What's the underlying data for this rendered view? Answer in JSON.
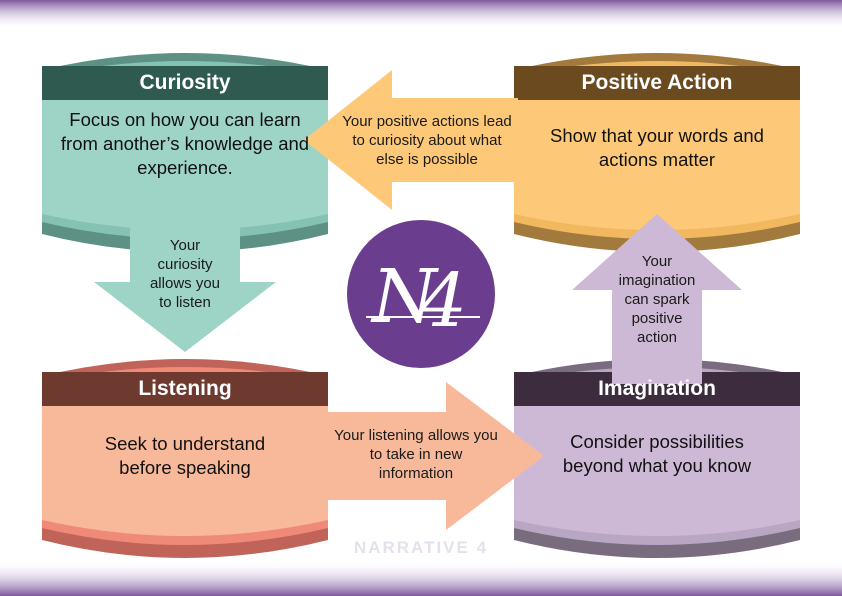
{
  "boxes": {
    "curiosity": {
      "title": "Curiosity",
      "text": "Focus on how you can learn from another’s knowledge and experience."
    },
    "positive_action": {
      "title": "Positive Action",
      "text": "Show that your words and actions matter"
    },
    "listening": {
      "title": "Listening",
      "text": "Seek to understand before speaking"
    },
    "imagination": {
      "title": "Imagination",
      "text": "Consider possibilities beyond what you know"
    }
  },
  "arrows": {
    "action_to_curiosity": "Your positive actions lead to curiosity about what else is possible",
    "curiosity_to_listening": "Your curiosity allows you to listen",
    "listening_to_imagination": "Your listening allows you to take in new information",
    "imagination_to_action": "Your imagination can spark positive action"
  },
  "logo": {
    "text": "N4"
  },
  "footer": {
    "brand": "NARRATIVE 4"
  },
  "colors": {
    "curiosity_body": "#9ed4c6",
    "curiosity_header": "#2e5a50",
    "action_body": "#fdc978",
    "action_header": "#6b4a1f",
    "listening_body": "#f7b99a",
    "listening_header": "#6e3a30",
    "imagination_body": "#cdb9d6",
    "imagination_header": "#3c2c3e",
    "logo": "#6a3d8f",
    "border_purple": "#7e57a0"
  }
}
